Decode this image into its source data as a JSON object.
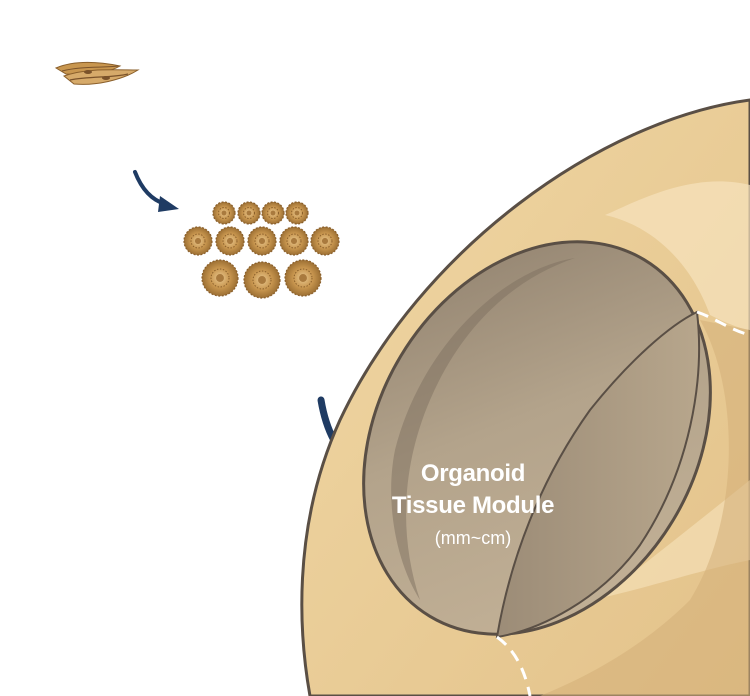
{
  "module": {
    "title_line1": "Organoid",
    "title_line2": "Tissue Module",
    "size": "(mm~cm)"
  },
  "colors": {
    "arrow": "#1f3b63",
    "skin": "#eccf97",
    "skin_shadow": "#d9b67f",
    "cavity": "#a8977f",
    "outline": "#5a4f45",
    "cell": "#c8964f"
  }
}
